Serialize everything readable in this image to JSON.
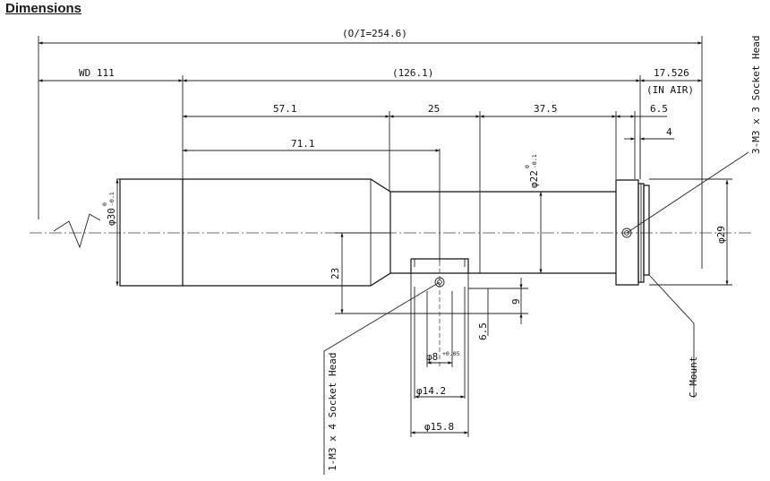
{
  "title": "Dimensions",
  "dims": {
    "overall": "(O/I=254.6)",
    "wd": "WD 111",
    "lens_length": "(126.1)",
    "flange": "17.526",
    "in_air": "(IN AIR)",
    "seg1": "57.1",
    "seg2": "25",
    "seg3": "37.5",
    "seg4": "6.5",
    "four": "4",
    "screw_pos": "71.1",
    "dia30": "φ30",
    "dia30_tol_top": "0",
    "dia30_tol_bot": "-0.1",
    "dia22": "φ22",
    "dia22_tol_top": "0",
    "dia22_tol_bot": "-0.1",
    "dia29": "φ29",
    "height23": "23",
    "nine": "9",
    "six_five": "6.5",
    "dia8": "φ8",
    "dia8_tol": "+0.05",
    "dia14": "φ14.2",
    "dia15": "φ15.8"
  },
  "notes": {
    "socket_front": "3-M3 x 3 Socket Head",
    "socket_bracket": "1-M3 x 4 Socket Head",
    "mount": "C Mount"
  }
}
